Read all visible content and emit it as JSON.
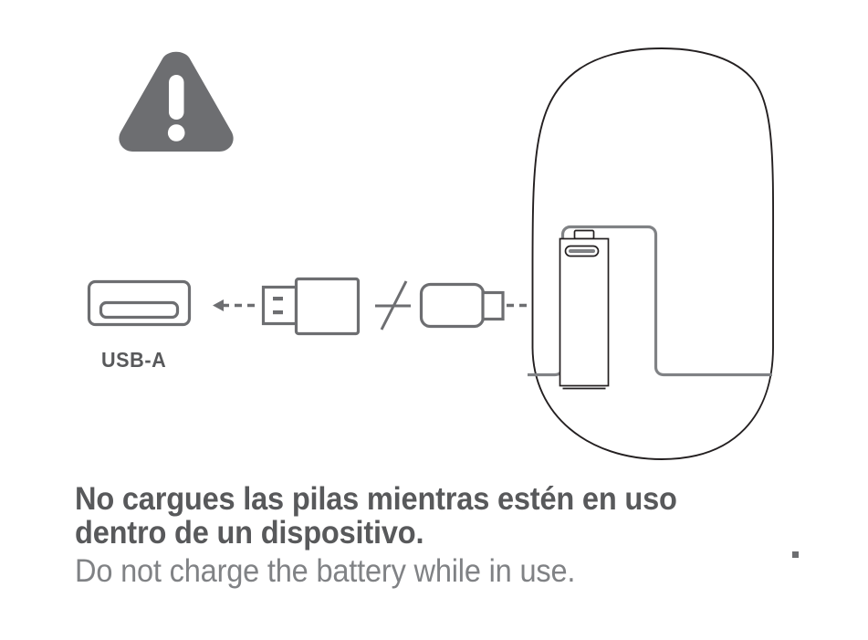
{
  "page": {
    "kind": "safety-instruction-illustration",
    "background_color": "#ffffff"
  },
  "colors": {
    "warning_fill": "#6d6e71",
    "warning_glyph": "#ffffff",
    "connector_stroke": "#6d6e71",
    "device_outline": "#231f20",
    "compartment_stroke": "#808285",
    "battery_stroke": "#231f20",
    "arrow": "#6d6e71",
    "text_primary": "#58595b",
    "text_secondary": "#808285",
    "label": "#58595b"
  },
  "icons": {
    "warning_triangle": "warning-triangle-icon",
    "usb_a_port": "usb-a-port-icon",
    "usb_a_plug": "usb-a-plug-icon",
    "usb_c_plug": "usb-c-plug-icon",
    "prohibition_slash": "prohibition-slash-icon",
    "arrow_left_dashed": "arrow-left-dashed-icon",
    "arrow_right_dashed": "arrow-right-dashed-icon",
    "battery": "battery-icon",
    "mouse_device": "mouse-device-icon",
    "battery_compartment": "battery-compartment-icon",
    "usb_c_socket": "usb-c-socket-icon",
    "battery_positive_terminal": "battery-positive-terminal-icon"
  },
  "labels": {
    "usb_a": "USB-A"
  },
  "caption": {
    "primary": "No cargues las pilas mientras estén en uso\ndentro de un dispositivo.",
    "primary_line_1": "No cargues las pilas mientras estén en uso",
    "primary_line_2": "dentro de un dispositivo.",
    "secondary": "Do not charge the battery while in use.",
    "stray_mark": "."
  }
}
